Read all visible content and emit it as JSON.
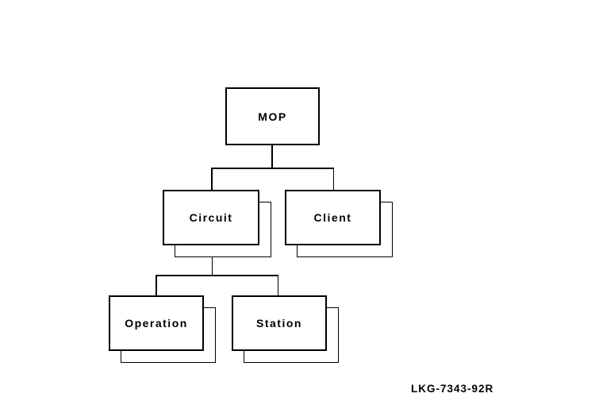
{
  "diagram": {
    "type": "tree",
    "nodes": {
      "mop": {
        "label": "MOP",
        "stacked": false,
        "children": [
          "circuit",
          "client"
        ]
      },
      "circuit": {
        "label": "Circuit",
        "stacked": true,
        "children": [
          "operation",
          "station"
        ]
      },
      "client": {
        "label": "Client",
        "stacked": true,
        "children": []
      },
      "operation": {
        "label": "Operation",
        "stacked": true,
        "children": []
      },
      "station": {
        "label": "Station",
        "stacked": true,
        "children": []
      }
    },
    "edges": [
      {
        "from": "MOP",
        "to": "Circuit"
      },
      {
        "from": "MOP",
        "to": "Client"
      },
      {
        "from": "Circuit",
        "to": "Operation"
      },
      {
        "from": "Circuit",
        "to": "Station"
      }
    ],
    "colors": {
      "line": "#000000",
      "background": "#ffffff"
    }
  },
  "figure": {
    "label": "LKG-7343-92R"
  }
}
